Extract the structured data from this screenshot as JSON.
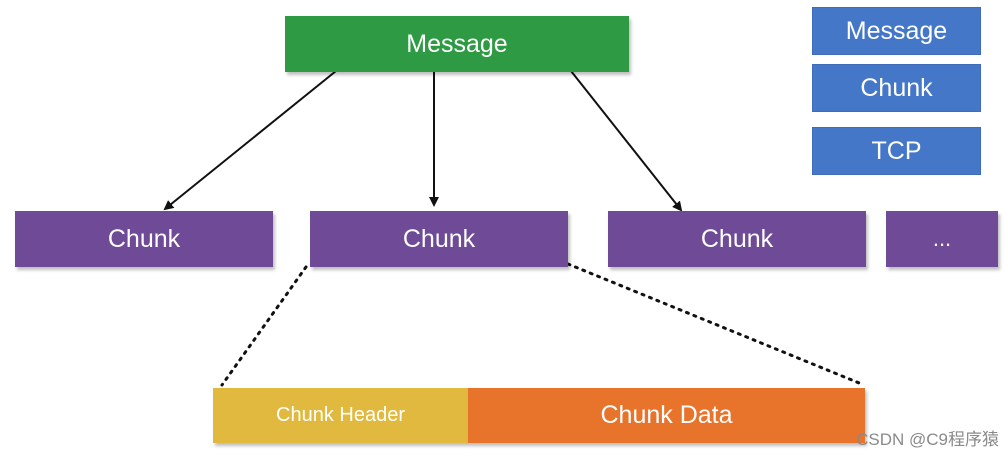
{
  "colors": {
    "message": "#2e9a43",
    "chunk": "#6f4a96",
    "legend": "#4577c9",
    "chunk_header": "#e0b93e",
    "chunk_data": "#e8732a"
  },
  "message": {
    "label": "Message"
  },
  "chunks": [
    {
      "label": "Chunk"
    },
    {
      "label": "Chunk"
    },
    {
      "label": "Chunk"
    },
    {
      "label": "..."
    }
  ],
  "legend": {
    "items": [
      {
        "label": "Message"
      },
      {
        "label": "Chunk"
      },
      {
        "label": "TCP"
      }
    ]
  },
  "chunk_detail": {
    "header_label": "Chunk Header",
    "data_label": "Chunk Data"
  },
  "watermark": "CSDN @C9程序猿"
}
